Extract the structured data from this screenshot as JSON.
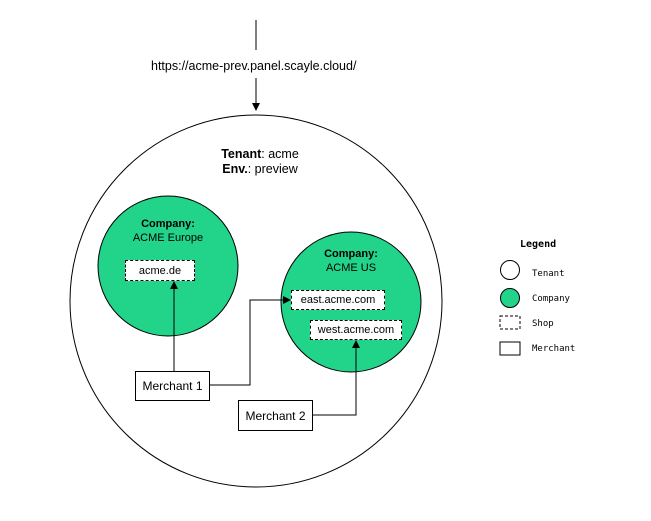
{
  "url": "https://acme-prev.panel.scayle.cloud/",
  "tenant": {
    "label": "Tenant",
    "value": ": acme",
    "env_label": "Env.",
    "env_value": ": preview"
  },
  "companies": [
    {
      "label": "Company:",
      "name": "ACME Europe",
      "color": "#22d38a"
    },
    {
      "label": "Company:",
      "name": "ACME US",
      "color": "#22d38a"
    }
  ],
  "shops": [
    "acme.de",
    "east.acme.com",
    "west.acme.com"
  ],
  "merchants": [
    "Merchant 1",
    "Merchant 2"
  ],
  "legend": {
    "title": "Legend",
    "items": [
      {
        "shape": "circle-white",
        "label": "Tenant"
      },
      {
        "shape": "circle-green",
        "label": "Company"
      },
      {
        "shape": "dashed-rect",
        "label": "Shop"
      },
      {
        "shape": "solid-rect",
        "label": "Merchant"
      }
    ]
  }
}
